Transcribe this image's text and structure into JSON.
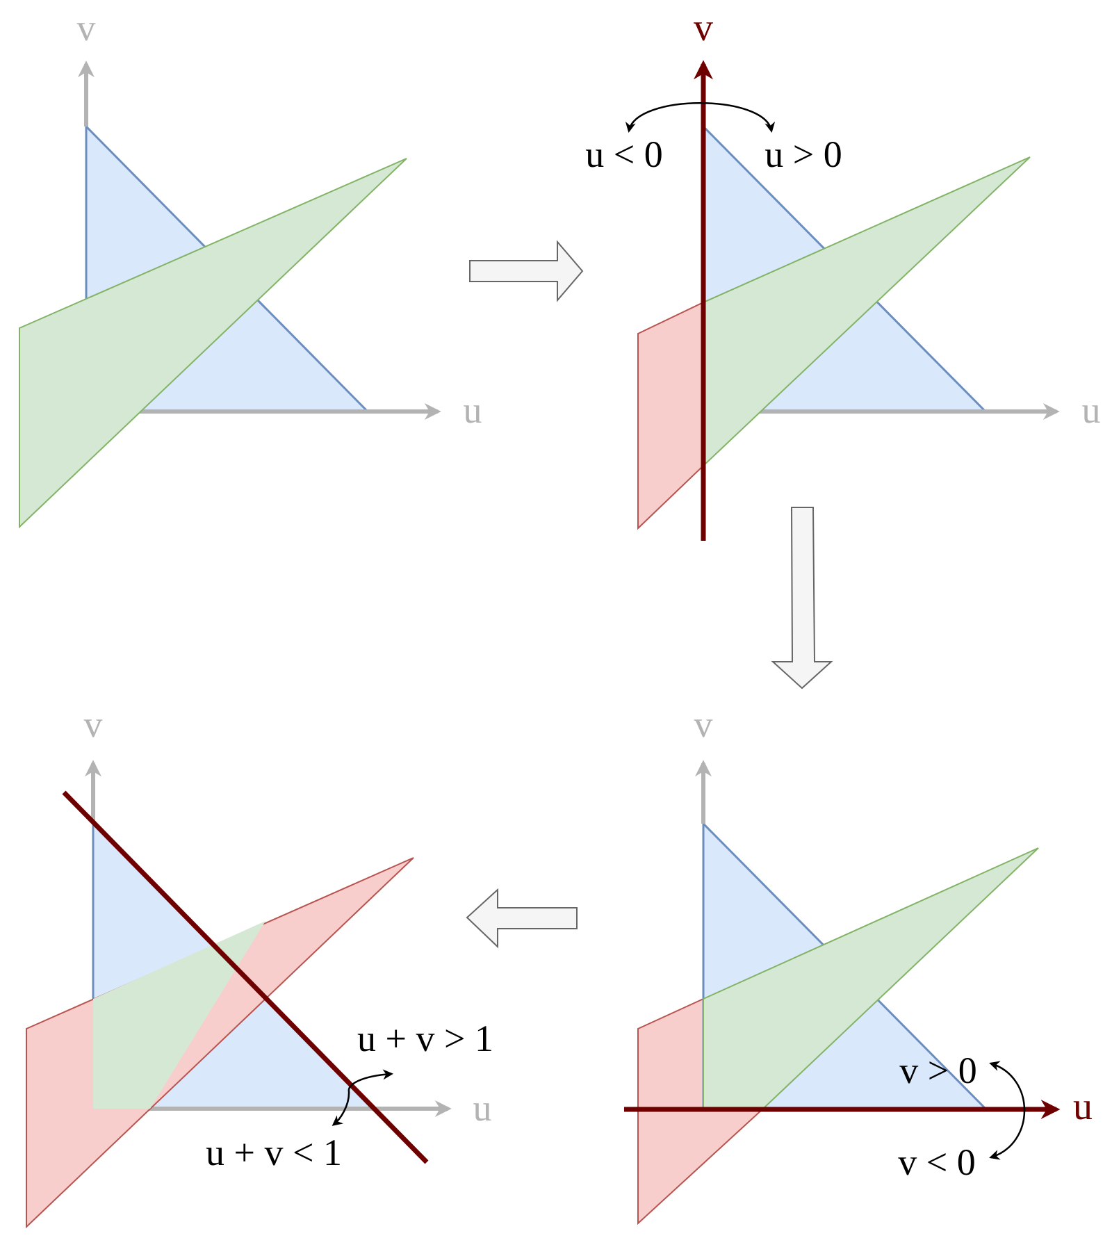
{
  "colors": {
    "blue_fill": "#dae8fc",
    "blue_stroke": "#6c8ebf",
    "green_fill": "#d5e8d4",
    "green_stroke": "#82b366",
    "red_fill": "#f8cecc",
    "red_stroke": "#b85450",
    "axis_gray": "#b3b3b3",
    "axis_dark_red": "#6e0000",
    "flow_arrow_fill": "#f5f5f5",
    "flow_arrow_stroke": "#666666",
    "text": "#000000"
  },
  "panels": {
    "top_left": {
      "axis_v": "v",
      "axis_u": "u"
    },
    "top_right": {
      "axis_v": "v",
      "axis_u": "u",
      "label_left": "u < 0",
      "label_right": "u > 0"
    },
    "bottom_right": {
      "axis_v": "v",
      "axis_u": "u",
      "label_top": "v > 0",
      "label_bottom": "v < 0"
    },
    "bottom_left": {
      "axis_v": "v",
      "axis_u": "u",
      "label_top": "u + v > 1",
      "label_bottom": "u + v < 1"
    }
  }
}
